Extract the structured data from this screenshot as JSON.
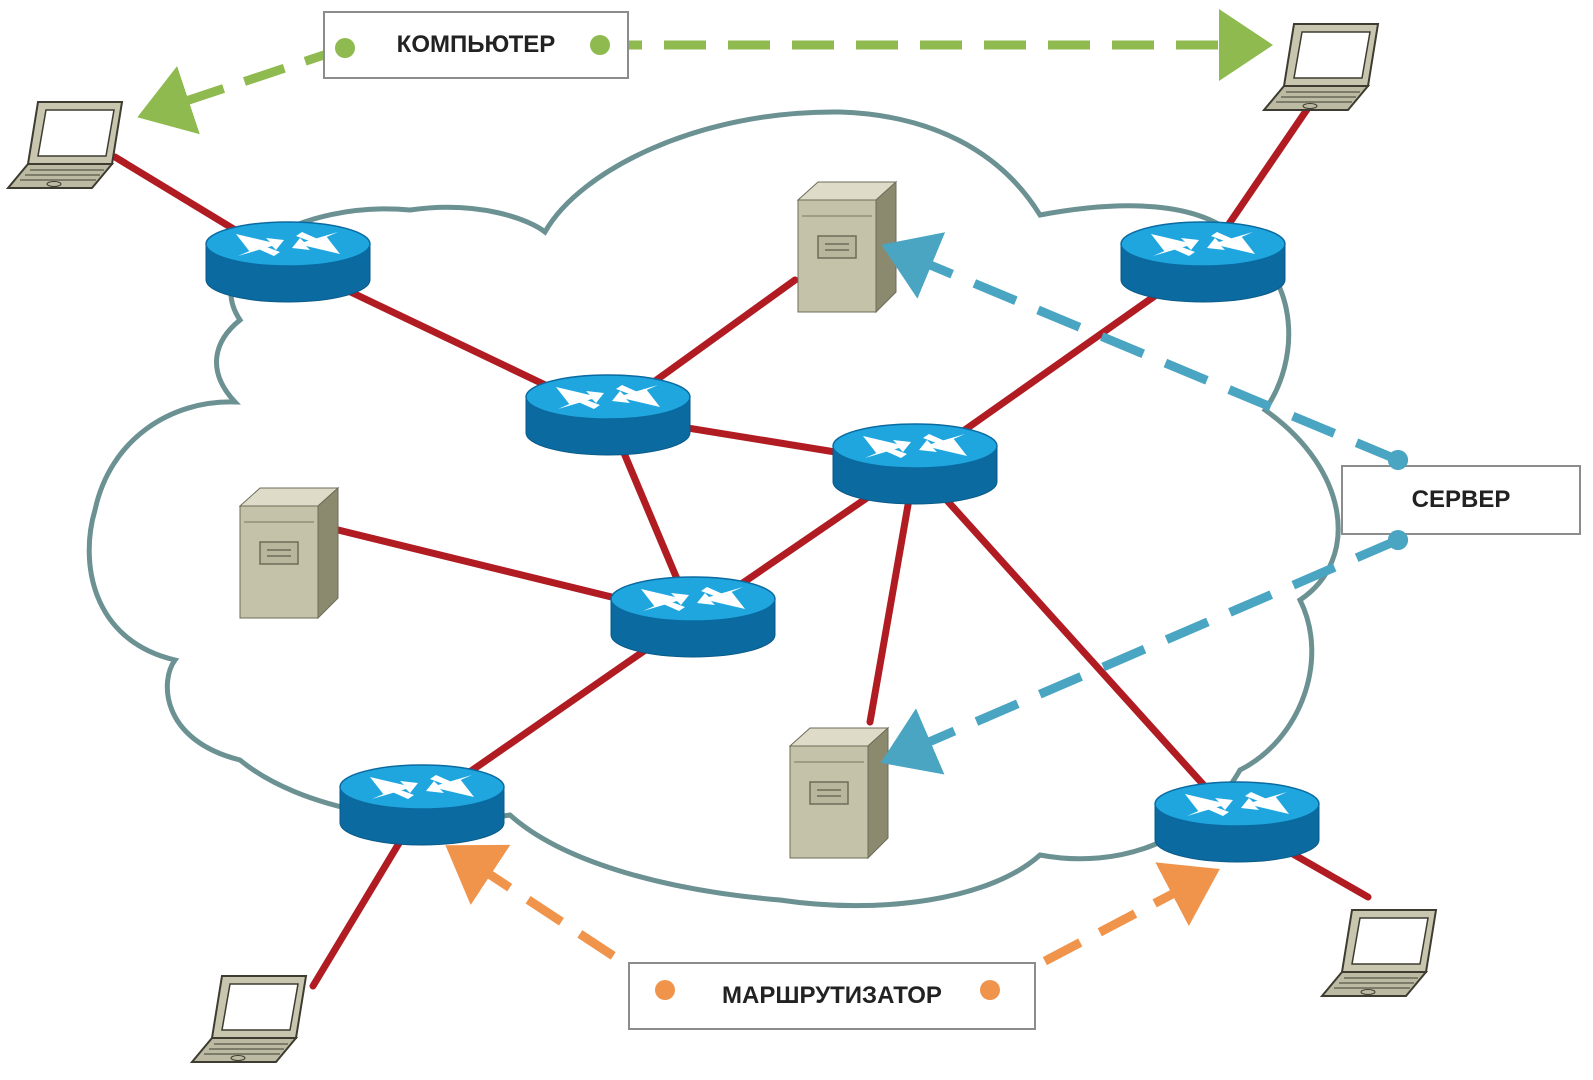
{
  "labels": {
    "computer": "КОМПЬЮТЕР",
    "server": "СЕРВЕР",
    "router": "МАРШРУТИЗАТОР"
  },
  "colors": {
    "link": "#b01c22",
    "cloud_stroke": "#6b9193",
    "computer_arrow": "#8fba4f",
    "server_arrow": "#4aa5c2",
    "router_arrow": "#f0944c",
    "router_top": "#1ba0d8",
    "router_side": "#0b6aa0",
    "device_beige": "#c9c7ae"
  },
  "icons": [
    "router-icon",
    "server-icon",
    "laptop-icon",
    "cloud-shape"
  ]
}
